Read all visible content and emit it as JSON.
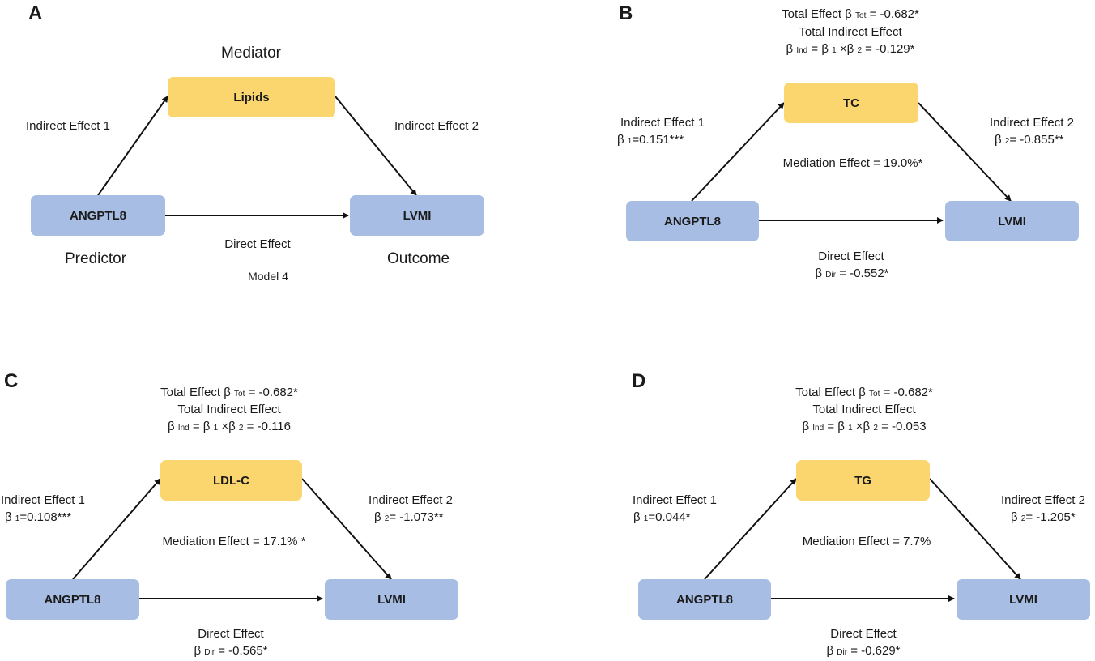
{
  "panels": {
    "a": {
      "letter": "A",
      "mediator_heading": "Mediator",
      "mediator": "Lipids",
      "predictor": "ANGPTL8",
      "outcome": "LVMI",
      "indirect1": "Indirect Effect 1",
      "indirect2": "Indirect Effect 2",
      "direct": "Direct Effect",
      "predictor_label": "Predictor",
      "outcome_label": "Outcome",
      "model": "Model 4"
    },
    "b": {
      "letter": "B",
      "total_effect_prefix": "Total Effect β",
      "total_effect_sub": "Tot",
      "total_effect_value": "= -0.682*",
      "total_indirect": "Total Indirect Effect",
      "ind_prefix": "β",
      "ind_sub": "Ind",
      "ind_mid1": "= β",
      "ind_sub1": "1",
      "ind_mid2": "×β",
      "ind_sub2": "2",
      "ind_value": "= -0.129*",
      "mediator": "TC",
      "predictor": "ANGPTL8",
      "outcome": "LVMI",
      "indirect1": "Indirect Effect 1",
      "beta1_sub": "1",
      "beta1_value": "=0.151***",
      "indirect2": "Indirect Effect 2",
      "beta2_sub": "2",
      "beta2_value": "= -0.855**",
      "mediation": "Mediation Effect = 19.0%*",
      "direct": "Direct Effect",
      "dir_sub": "Dir",
      "dir_value": "= -0.552*"
    },
    "c": {
      "letter": "C",
      "total_effect_prefix": "Total Effect β",
      "total_effect_sub": "Tot",
      "total_effect_value": "= -0.682*",
      "total_indirect": "Total Indirect Effect",
      "ind_prefix": "β",
      "ind_sub": "Ind",
      "ind_mid1": "= β",
      "ind_sub1": "1",
      "ind_mid2": "×β",
      "ind_sub2": "2",
      "ind_value": "= -0.116",
      "mediator": "LDL-C",
      "predictor": "ANGPTL8",
      "outcome": "LVMI",
      "indirect1": "Indirect Effect 1",
      "beta1_sub": "1",
      "beta1_value": "=0.108***",
      "indirect2": "Indirect Effect 2",
      "beta2_sub": "2",
      "beta2_value": "= -1.073**",
      "mediation": "Mediation Effect = 17.1% *",
      "direct": "Direct Effect",
      "dir_sub": "Dir",
      "dir_value": "= -0.565*"
    },
    "d": {
      "letter": "D",
      "total_effect_prefix": "Total Effect β",
      "total_effect_sub": "Tot",
      "total_effect_value": "= -0.682*",
      "total_indirect": "Total Indirect Effect",
      "ind_prefix": "β",
      "ind_sub": "Ind",
      "ind_mid1": "= β",
      "ind_sub1": "1",
      "ind_mid2": "×β",
      "ind_sub2": "2",
      "ind_value": "= -0.053",
      "mediator": "TG",
      "predictor": "ANGPTL8",
      "outcome": "LVMI",
      "indirect1": "Indirect Effect 1",
      "beta1_sub": "1",
      "beta1_value": "=0.044*",
      "indirect2": "Indirect Effect 2",
      "beta2_sub": "2",
      "beta2_value": "= -1.205*",
      "mediation": "Mediation Effect = 7.7%",
      "direct": "Direct Effect",
      "dir_sub": "Dir",
      "dir_value": "= -0.629*"
    }
  },
  "colors": {
    "box_blue": "#a7bde3",
    "box_yellow": "#fbd66e",
    "arrow": "#111111"
  }
}
